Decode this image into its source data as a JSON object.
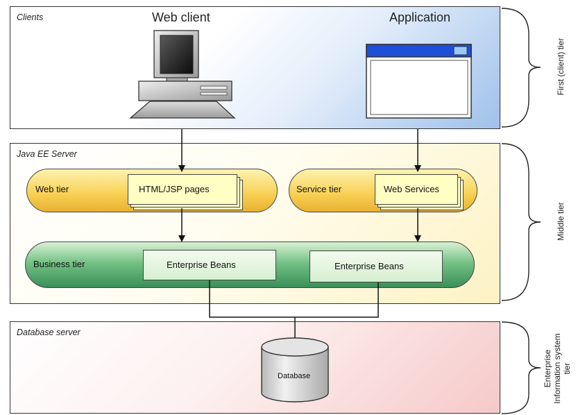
{
  "clients": {
    "label": "Clients",
    "web_client_title": "Web client",
    "application_title": "Application"
  },
  "java_ee_server": {
    "label": "Java EE Server",
    "web_tier": {
      "label": "Web tier",
      "component": "HTML/JSP pages"
    },
    "service_tier": {
      "label": "Service tier",
      "component": "Web Services"
    },
    "business_tier": {
      "label": "Business tier",
      "beans": [
        "Enterprise Beans",
        "Enterprise Beans"
      ]
    }
  },
  "database_server": {
    "label": "Database server",
    "database_label": "Database"
  },
  "tiers": {
    "first": "First (client) tier",
    "middle": "Middle tier",
    "eis": [
      "Enterprise",
      "Information system",
      "tier"
    ]
  },
  "colors": {
    "client_accent": "#9fc1ea",
    "web_tier": "#f8cf52",
    "business_tier": "#3a8f58",
    "database_accent": "#f6c9c9",
    "window_titlebar": "#1f4fd6"
  },
  "icons": [
    "desktop-computer-icon",
    "application-window-icon",
    "database-cylinder-icon"
  ]
}
